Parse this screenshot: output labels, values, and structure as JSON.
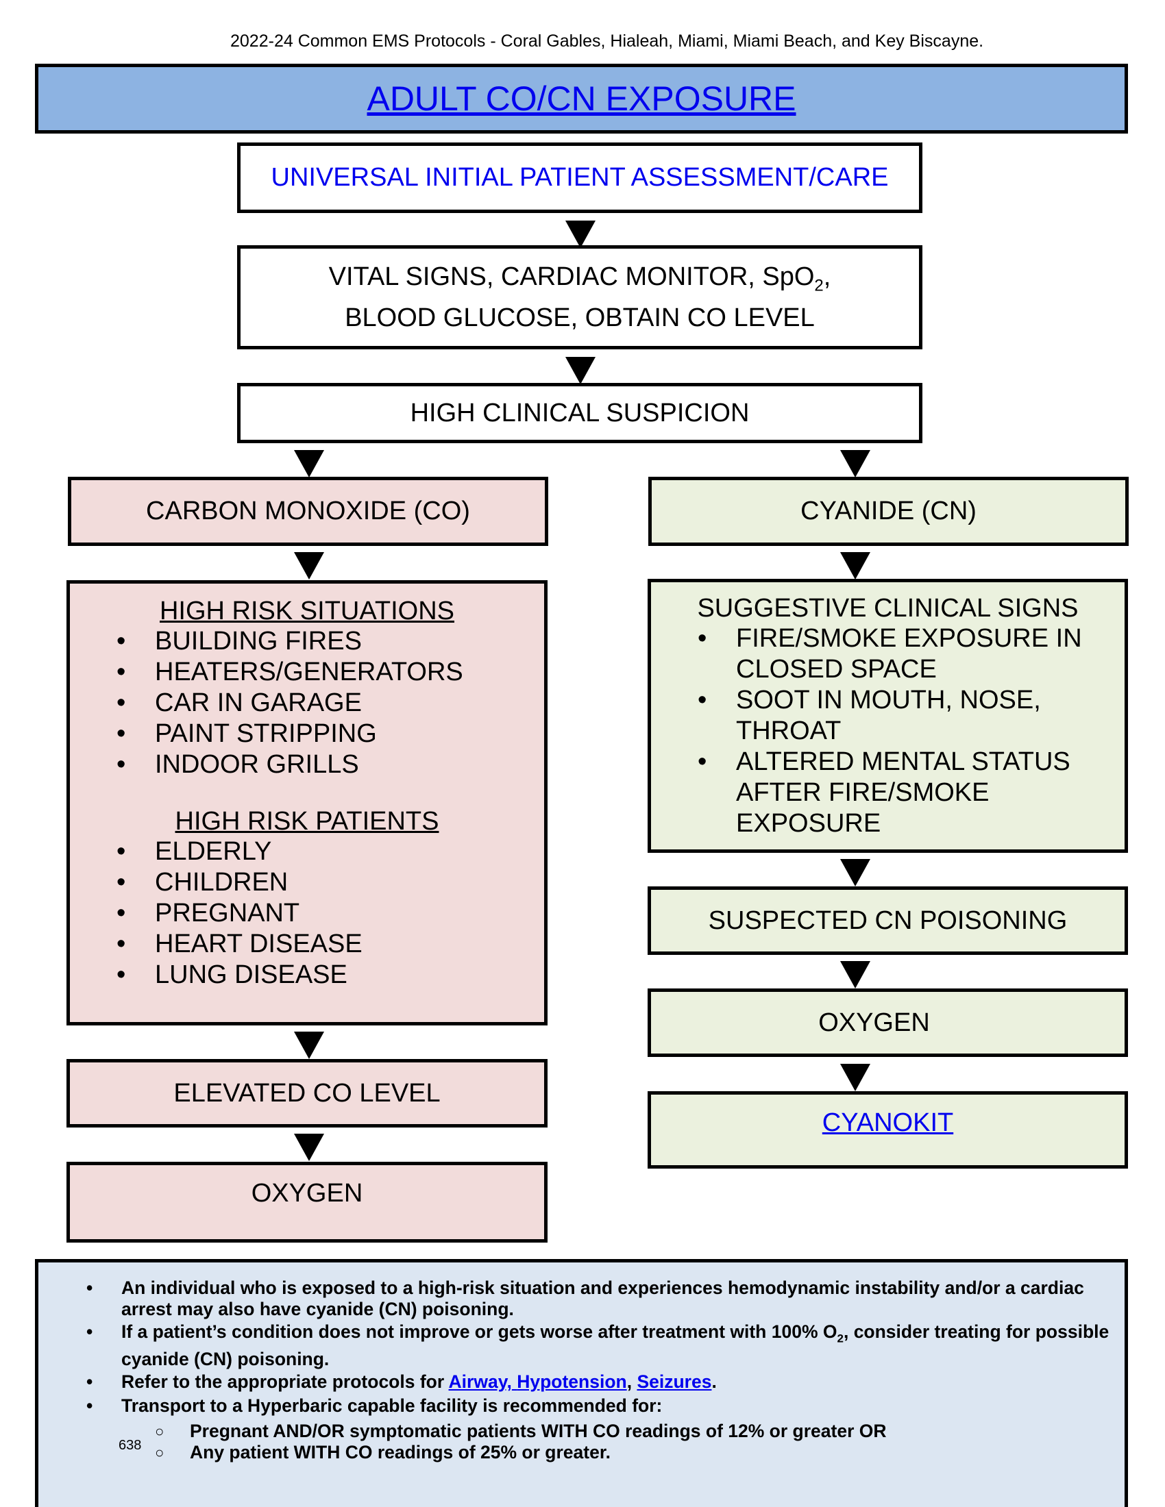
{
  "header": {
    "running_title": "2022-24 Common EMS Protocols - Coral Gables, Hialeah, Miami, Miami Beach, and Key Biscayne."
  },
  "title": "ADULT CO/CN EXPOSURE",
  "flow": {
    "step1": "UNIVERSAL INITIAL PATIENT ASSESSMENT/CARE",
    "step2_line1": "VITAL SIGNS, CARDIAC MONITOR, SpO",
    "step2_sub": "2",
    "step2_line1_end": ",",
    "step2_line2": "BLOOD GLUCOSE, OBTAIN CO LEVEL",
    "step3": "HIGH CLINICAL SUSPICION"
  },
  "co": {
    "header": "CARBON MONOXIDE (CO)",
    "situations_title": "HIGH RISK SITUATIONS",
    "situations": [
      "BUILDING FIRES",
      "HEATERS/GENERATORS",
      "CAR IN GARAGE",
      "PAINT STRIPPING",
      "INDOOR GRILLS"
    ],
    "patients_title": "HIGH RISK PATIENTS",
    "patients": [
      "ELDERLY",
      "CHILDREN",
      "PREGNANT",
      "HEART DISEASE",
      "LUNG DISEASE"
    ],
    "elevated": "ELEVATED CO LEVEL",
    "oxygen": "OXYGEN"
  },
  "cn": {
    "header": "CYANIDE (CN)",
    "signs_title": "SUGGESTIVE CLINICAL SIGNS",
    "signs": [
      "FIRE/SMOKE EXPOSURE IN CLOSED SPACE",
      "SOOT IN MOUTH, NOSE, THROAT",
      "ALTERED MENTAL STATUS AFTER FIRE/SMOKE EXPOSURE"
    ],
    "suspected": "SUSPECTED CN POISONING",
    "oxygen": "OXYGEN",
    "cyanokit": "CYANOKIT"
  },
  "notes": {
    "n1": "An individual who is exposed to a high-risk situation and experiences hemodynamic instability and/or a cardiac arrest may also have cyanide (CN) poisoning.",
    "n2_a": "If a patient’s condition does not improve or gets worse after treatment with 100% O",
    "n2_sub": "2",
    "n2_b": ", consider treating for possible cyanide (CN) poisoning.",
    "n3_prefix": "Refer to the appropriate protocols for ",
    "n3_link1": "Airway,",
    "n3_link2": "Hypotension",
    "n3_sep": ", ",
    "n3_link3": "Seizures",
    "n3_end": ".",
    "n4": "Transport to a Hyperbaric capable facility is recommended for:",
    "sub1": "Pregnant AND/OR symptomatic patients WITH CO readings of 12% or greater OR",
    "sub2": "Any patient WITH CO readings of 25% or greater.",
    "bullet": "•",
    "circle": "○"
  },
  "page_number": "638",
  "colors": {
    "title_bar": "#8db3e2",
    "co_fill": "#f2dcdb",
    "cn_fill": "#ebf1de",
    "notes_fill": "#dce6f2",
    "link": "#0000ee"
  }
}
